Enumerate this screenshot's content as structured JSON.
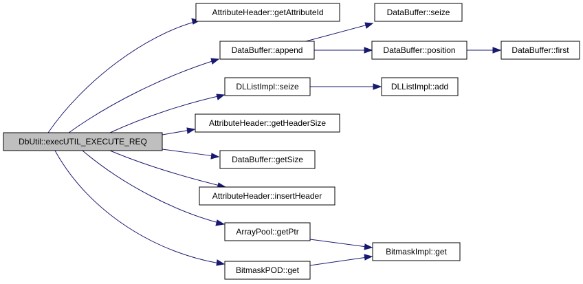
{
  "diagram": {
    "nodes": {
      "root": "DbUtil::execUTIL_EXECUTE_REQ",
      "get_attribute_id": "AttributeHeader::getAttributeId",
      "data_buffer_append": "DataBuffer::append",
      "data_buffer_seize": "DataBuffer::seize",
      "data_buffer_position": "DataBuffer::position",
      "data_buffer_first": "DataBuffer::first",
      "dllist_seize": "DLListImpl::seize",
      "dllist_add": "DLListImpl::add",
      "get_header_size": "AttributeHeader::getHeaderSize",
      "data_buffer_get_size": "DataBuffer::getSize",
      "insert_header": "AttributeHeader::insertHeader",
      "array_pool_get_ptr": "ArrayPool::getPtr",
      "bitmask_impl_get": "BitmaskImpl::get",
      "bitmask_pod_get": "BitmaskPOD::get"
    },
    "edge_color": "#191970",
    "root_fill": "#bfbfbf"
  }
}
